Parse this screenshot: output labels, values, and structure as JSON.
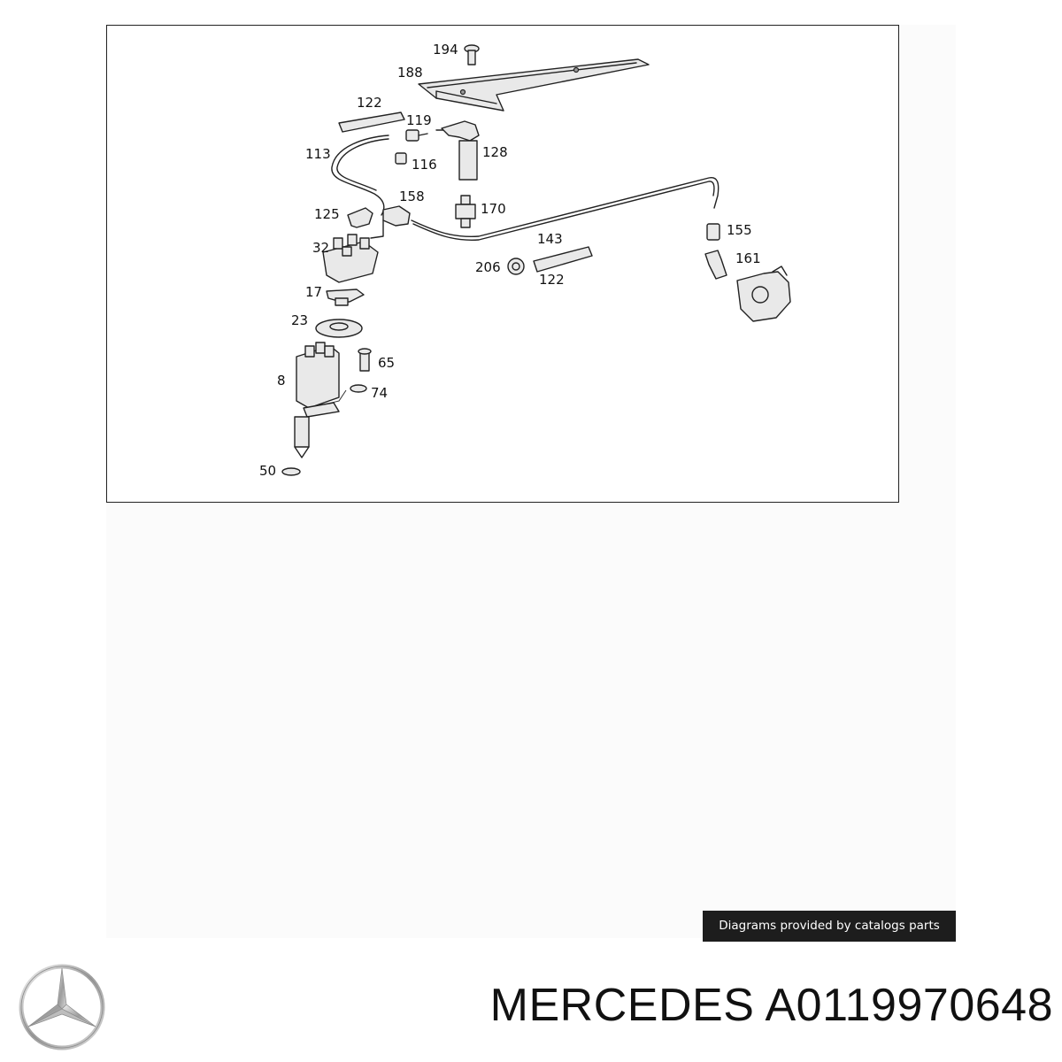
{
  "diagram": {
    "callouts": [
      {
        "id": "194",
        "label": "194"
      },
      {
        "id": "188",
        "label": "188"
      },
      {
        "id": "122a",
        "label": "122"
      },
      {
        "id": "119",
        "label": "119"
      },
      {
        "id": "128",
        "label": "128"
      },
      {
        "id": "113",
        "label": "113"
      },
      {
        "id": "116",
        "label": "116"
      },
      {
        "id": "158",
        "label": "158"
      },
      {
        "id": "125",
        "label": "125"
      },
      {
        "id": "170",
        "label": "170"
      },
      {
        "id": "32",
        "label": "32"
      },
      {
        "id": "143",
        "label": "143"
      },
      {
        "id": "155",
        "label": "155"
      },
      {
        "id": "206",
        "label": "206"
      },
      {
        "id": "161",
        "label": "161"
      },
      {
        "id": "122b",
        "label": "122"
      },
      {
        "id": "17",
        "label": "17"
      },
      {
        "id": "23",
        "label": "23"
      },
      {
        "id": "65",
        "label": "65"
      },
      {
        "id": "8",
        "label": "8"
      },
      {
        "id": "74",
        "label": "74"
      },
      {
        "id": "50",
        "label": "50"
      }
    ]
  },
  "credit_badge": {
    "text": "Diagrams provided by catalogs parts"
  },
  "product": {
    "brand": "MERCEDES",
    "part_number": "A0119970648",
    "logo_icon": "mercedes-star-icon"
  }
}
